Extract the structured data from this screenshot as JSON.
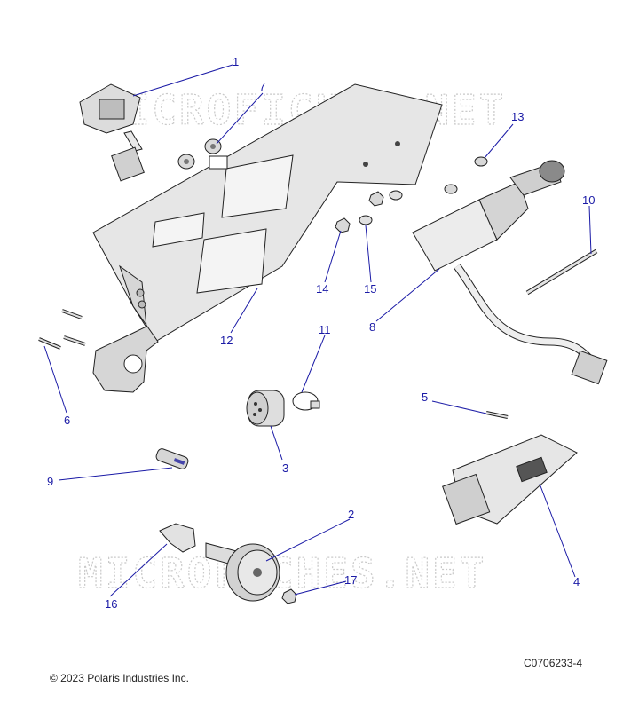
{
  "watermark": "MICROFICHES.NET",
  "footer": {
    "copyright": "© 2023 Polaris Industries Inc.",
    "drawing_number": "C0706233-4"
  },
  "callouts": {
    "c1": "1",
    "c2": "2",
    "c3": "3",
    "c4": "4",
    "c5": "5",
    "c6": "6",
    "c7": "7",
    "c8": "8",
    "c9": "9",
    "c10": "10",
    "c11": "11",
    "c12": "12",
    "c13": "13",
    "c14": "14",
    "c15": "15",
    "c16": "16",
    "c17": "17"
  },
  "colors": {
    "callout": "#1a1aa6",
    "part_fill": "#e2e2e2",
    "part_stroke": "#222222",
    "watermark": "#c9c9c9"
  }
}
